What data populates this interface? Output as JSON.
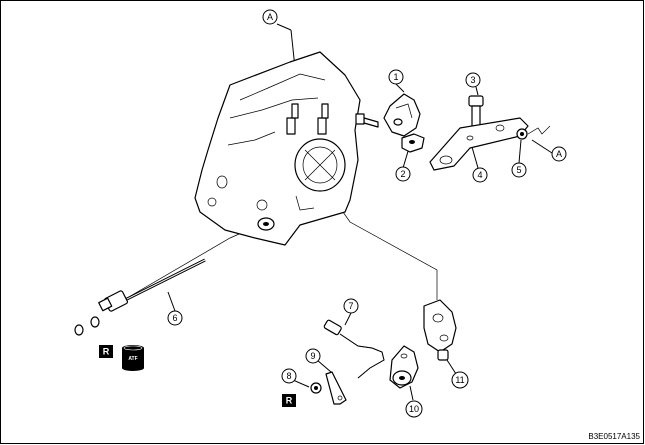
{
  "callouts": {
    "a_top": "A",
    "a_right": "A",
    "c1": "1",
    "c2": "2",
    "c3": "3",
    "c4": "4",
    "c5": "5",
    "c6": "6",
    "c7": "7",
    "c8": "8",
    "c9": "9",
    "c10": "10",
    "c11": "11"
  },
  "badges": {
    "replace_left": "R",
    "replace_bottom": "R"
  },
  "atf_label": "ATF",
  "figure_code": "B3E0517A135"
}
